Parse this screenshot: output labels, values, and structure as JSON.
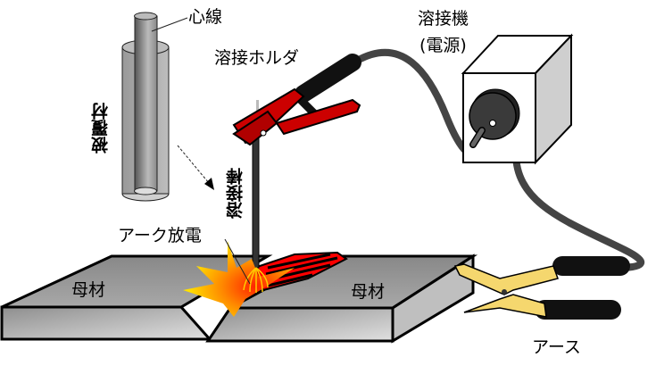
{
  "title": "被覆アーク溶接の構成",
  "labels": {
    "core_wire": "心線",
    "coating": "被覆材",
    "holder": "溶接ホルダ",
    "machine_line1": "溶接機",
    "machine_line2": "(電源)",
    "electrode": "溶接棒",
    "arc": "アーク放電",
    "base_metal_left": "母材",
    "base_metal_right": "母材",
    "ground": "アース"
  },
  "colors": {
    "plate": "#9a9a9a",
    "holder_red": "#cc0000",
    "cable": "#444444",
    "ground_clamp": "#f5d76e",
    "arc_yellow": "#ffcc00",
    "arc_red": "#ff3300",
    "machine_front": "#ffffff",
    "machine_side": "#cccccc"
  }
}
